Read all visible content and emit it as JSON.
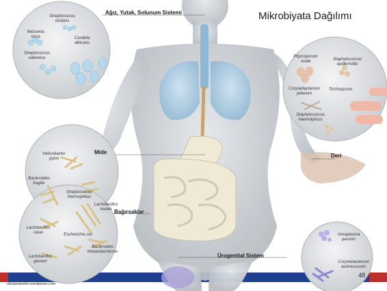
{
  "title": "Mikrobiyata Dağılımı",
  "systems": {
    "mouth": "Ağız, Yutak, Solunum Sistemi",
    "skin": "Deri",
    "stomach": "Mide",
    "intestines": "Bağırsaklar",
    "urogenital": "Ürogenital Sistem"
  },
  "mouth_organisms": [
    "Streptococcus viridans",
    "Neisseria sicca",
    "Candida albicans",
    "Streptococcus salivarius"
  ],
  "skin_organisms": [
    "Pityrosporum ovale",
    "Staphylococcus epidermidis",
    "Corynebacterium jeikeium",
    "Trichosporon",
    "Staphylococcus haemolyticus"
  ],
  "gut_organisms": [
    "Helicobacter pylori",
    "Bacteroides fragilis",
    "Streptococcus thermophilus",
    "Lactobacillus reuteri",
    "Lactobacillus casei",
    "Escherichia coli",
    "Lactobacillus gasseri",
    "Bacteroides thetaiotaomicron"
  ],
  "uro_organisms": [
    "Ureaplasma parvum",
    "Corynebacterium aurimucosum"
  ],
  "page_number": "48",
  "credit": "ultratedavilier.wordpress.com",
  "colors": {
    "accent_blue": "#1f3f8f",
    "accent_red": "#c0302a",
    "lung_blue": "#9cc6e0",
    "intestine": "#efe9d6",
    "bacteria_tan": "#d9c28a"
  }
}
